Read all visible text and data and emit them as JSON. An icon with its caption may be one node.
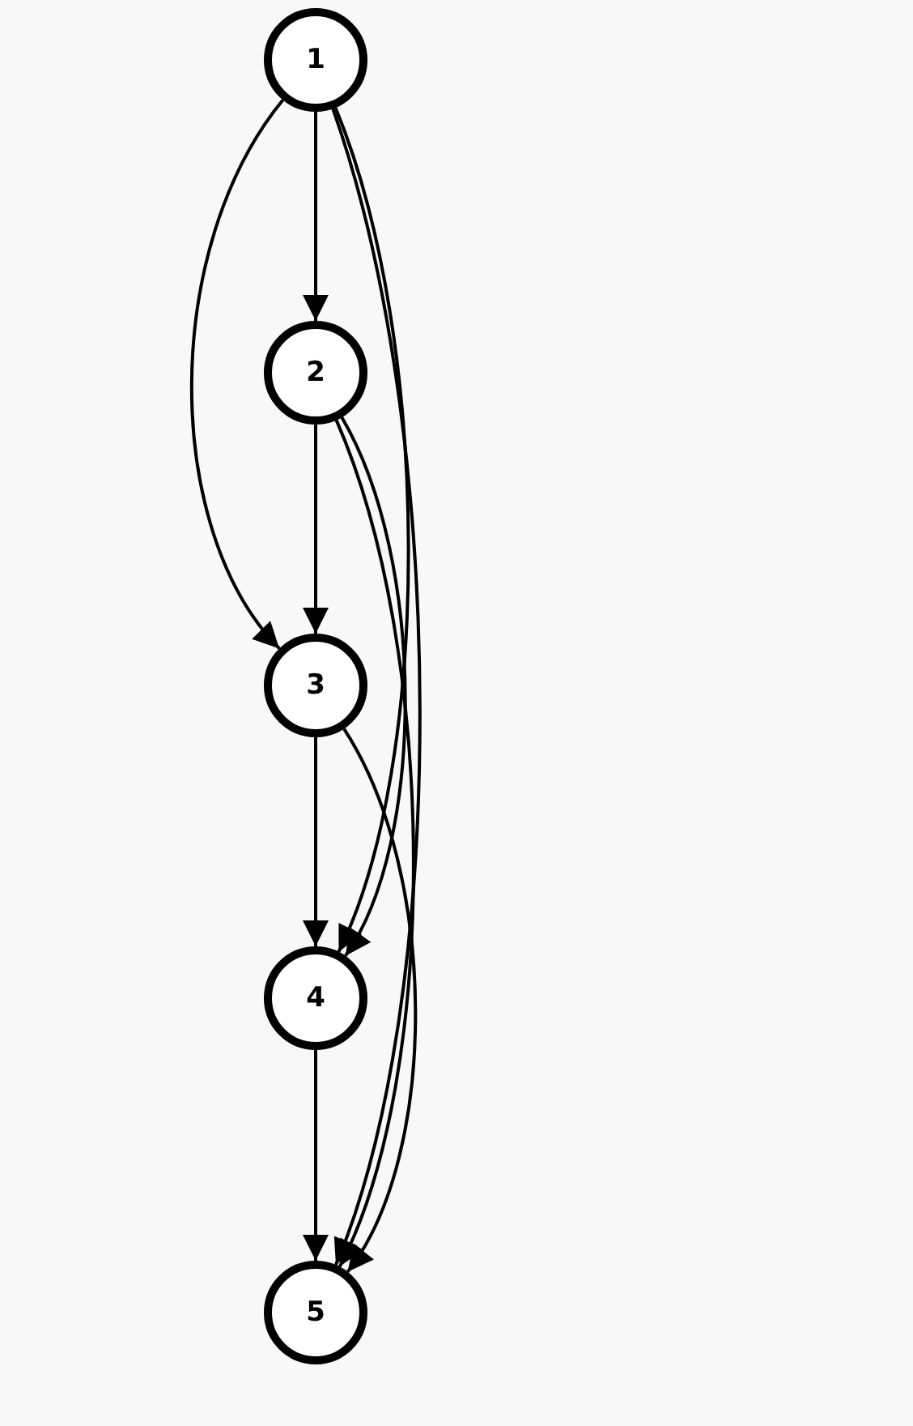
{
  "diagram": {
    "nodes": [
      {
        "text": [
          "1"
        ]
      },
      {
        "text": [
          "2"
        ]
      },
      {
        "text": [
          "3"
        ]
      },
      {
        "text": [
          "4"
        ]
      },
      {
        "text": [
          "5"
        ]
      }
    ],
    "edges": [
      {
        "from": 0,
        "to": 1,
        "arrow": "to"
      },
      {
        "from": 0,
        "to": 2,
        "arrow": "to"
      },
      {
        "from": 0,
        "to": 3,
        "arrow": "to"
      },
      {
        "from": 0,
        "to": 4,
        "arrow": "to"
      },
      {
        "from": 1,
        "to": 2,
        "arrow": "to"
      },
      {
        "from": 1,
        "to": 3,
        "arrow": "to"
      },
      {
        "from": 1,
        "to": 4,
        "arrow": "to"
      },
      {
        "from": 2,
        "to": 3,
        "arrow": "to"
      },
      {
        "from": 2,
        "to": 4,
        "arrow": "to"
      },
      {
        "from": 3,
        "to": 4,
        "arrow": "to"
      }
    ]
  }
}
